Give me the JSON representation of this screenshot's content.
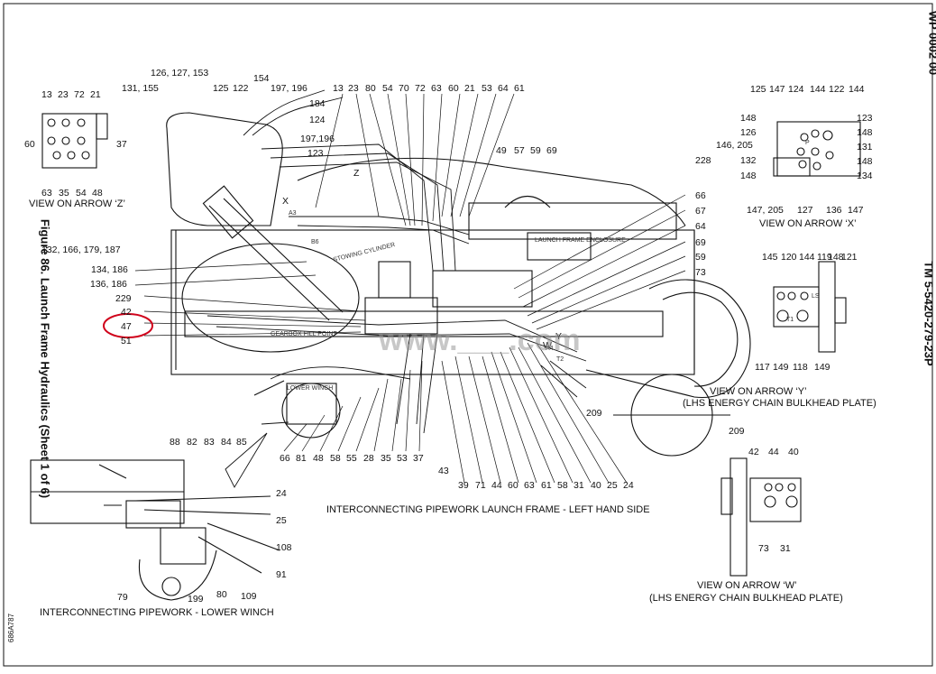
{
  "figure_title": "Figure 86. Launch Frame Hydraulics (Sheet 1 of 6)",
  "wp_label": "WP 0002 00",
  "tm_label": "TM 5-5420-279-23P",
  "drawing_id": "686A787",
  "watermark": "www.___.com",
  "captions": {
    "view_z": "VIEW ON ARROW ‘Z’",
    "view_x": "VIEW ON ARROW ‘X’",
    "view_y": "VIEW ON ARROW ‘Y’",
    "view_y_sub": "(LHS ENERGY CHAIN BULKHEAD PLATE)",
    "view_w": "VIEW ON ARROW ‘W’",
    "view_w_sub": "(LHS ENERGY CHAIN BULKHEAD PLATE)",
    "main": "INTERCONNECTING PIPEWORK LAUNCH FRAME - LEFT HAND SIDE",
    "winch": "INTERCONNECTING PIPEWORK  - LOWER WINCH"
  },
  "component_labels": {
    "launch_frame_enclosure": "LAUNCH FRAME ENCLOSURE",
    "stowing_cylinder": "STOWING CYLINDER",
    "lower_winch": "LOWER WINCH",
    "gearbox_fill_point": "GEARBOX FILL POINT",
    "x_arrow": "X",
    "z_arrow": "Z",
    "w_arrow": "W",
    "y_arrow": "Y"
  },
  "highlight": {
    "label": "47",
    "color": "#d0021b"
  },
  "callouts": {
    "view_z_top": [
      "13",
      "23",
      "72",
      "21"
    ],
    "view_z_left": "60",
    "view_z_right": "37",
    "view_z_bottom": [
      "63",
      "35",
      "54",
      "48"
    ],
    "top_row": [
      "126, 127, 153",
      "131, 155",
      "125",
      "122",
      "154",
      "197, 196",
      "184",
      "124",
      "197,196",
      "123",
      "13",
      "23",
      "80",
      "54",
      "70",
      "72",
      "63",
      "60",
      "21",
      "53",
      "64",
      "61"
    ],
    "mid_upper": [
      "49",
      "57",
      "59",
      "69",
      "228"
    ],
    "left_side": [
      "132, 166, 179, 187",
      "134, 186",
      "136, 186",
      "229",
      "42",
      "47",
      "51"
    ],
    "right_side": [
      "66",
      "67",
      "64",
      "69",
      "59",
      "73"
    ],
    "bottom_row": [
      "66",
      "81",
      "48",
      "58",
      "55",
      "28",
      "35",
      "53",
      "37",
      "43",
      "39",
      "71",
      "44",
      "60",
      "63",
      "61",
      "58",
      "31",
      "40",
      "25",
      "24",
      "209",
      "209"
    ],
    "view_x": [
      "125",
      "147",
      "124",
      "144",
      "122",
      "144",
      "148",
      "126",
      "146, 205",
      "132",
      "148",
      "123",
      "148",
      "131",
      "148",
      "134",
      "147, 205",
      "127",
      "136",
      "147"
    ],
    "view_y_top": [
      "145",
      "120",
      "144",
      "119",
      "148",
      "121"
    ],
    "view_y_bottom": [
      "117",
      "149",
      "118",
      "149"
    ],
    "view_w_top": [
      "42",
      "44",
      "40"
    ],
    "view_w_bottom": [
      "73",
      "31"
    ],
    "winch_top": [
      "88",
      "82",
      "83",
      "84",
      "85"
    ],
    "winch_right": [
      "24",
      "25",
      "108",
      "91"
    ],
    "winch_bottom": [
      "79",
      "199",
      "80",
      "109"
    ]
  },
  "port_codes": [
    "A3",
    "B6",
    "A4",
    "T2",
    "T1",
    "LS",
    "P"
  ]
}
